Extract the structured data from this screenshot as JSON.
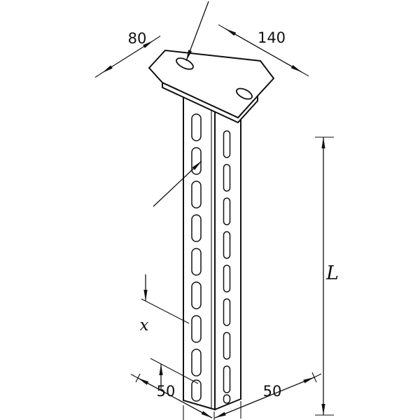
{
  "drawing": {
    "labels": {
      "plate_width": "80",
      "plate_length": "140",
      "profile_length": "L",
      "slot_spacing": "x",
      "base_width_left": "50",
      "base_width_right": "50"
    },
    "colors": {
      "line": "#111111",
      "background": "#ffffff"
    }
  }
}
